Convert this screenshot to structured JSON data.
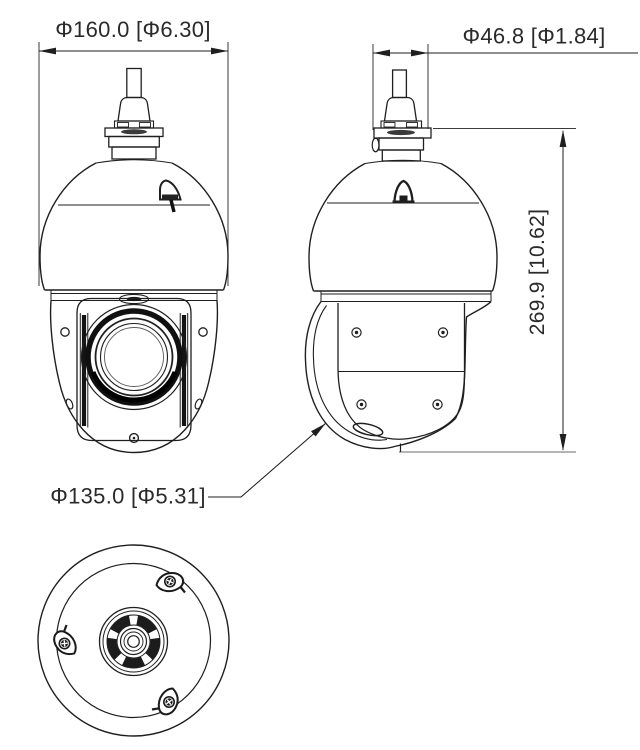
{
  "page": {
    "background": "#ffffff"
  },
  "drawing": {
    "line_color": "#1f1f1f",
    "dimensions": {
      "front_diameter": {
        "label": "Φ160.0 [Φ6.30]",
        "mm": "160.0",
        "inches": "6.30"
      },
      "neck_diameter": {
        "label": "Φ46.8 [Φ1.84]",
        "mm": "46.8",
        "inches": "1.84"
      },
      "overall_height": {
        "label": "269.9 [10.62]",
        "mm": "269.9",
        "inches": "10.62"
      },
      "dome_diameter": {
        "label": "Φ135.0 [Φ5.31]",
        "mm": "135.0",
        "inches": "5.31"
      }
    }
  }
}
